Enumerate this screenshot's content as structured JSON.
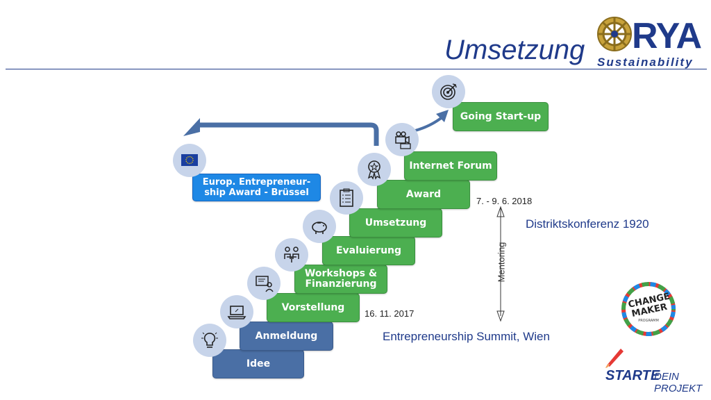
{
  "title": "Umsetzung",
  "logo": {
    "text": "RYA",
    "subtitle": "Sustainability"
  },
  "steps": [
    {
      "label": "Idee"
    },
    {
      "label": "Anmeldung"
    },
    {
      "label": "Vorstellung"
    },
    {
      "label": "Workshops & Finanzierung"
    },
    {
      "label": "Evaluierung"
    },
    {
      "label": "Umsetzung"
    },
    {
      "label": "Award"
    },
    {
      "label": "Internet Forum"
    },
    {
      "label": "Going Start-up"
    }
  ],
  "eu_box": {
    "label": "Europ. Entrepreneur-ship Award - Brüssel"
  },
  "notes": {
    "date_top": "7. - 9. 6. 2018",
    "event_top": "Distriktskonferenz 1920",
    "mentoring": "Mentoring",
    "date_bottom": "16. 11. 2017",
    "event_bottom": "Entrepreneurship Summit, Wien"
  },
  "badges": {
    "changemaker": "CHANGE MAKER",
    "changemaker_sub": "PROGRAMM",
    "starte": "STARTE",
    "dein_projekt": "DEIN PROJEKT"
  },
  "icons": [
    "lightbulb-icon",
    "laptop-icon",
    "presentation-icon",
    "meeting-icon",
    "piggy-bank-icon",
    "checklist-icon",
    "award-medal-icon",
    "camera-money-icon",
    "target-icon",
    "eu-flag-icon"
  ]
}
